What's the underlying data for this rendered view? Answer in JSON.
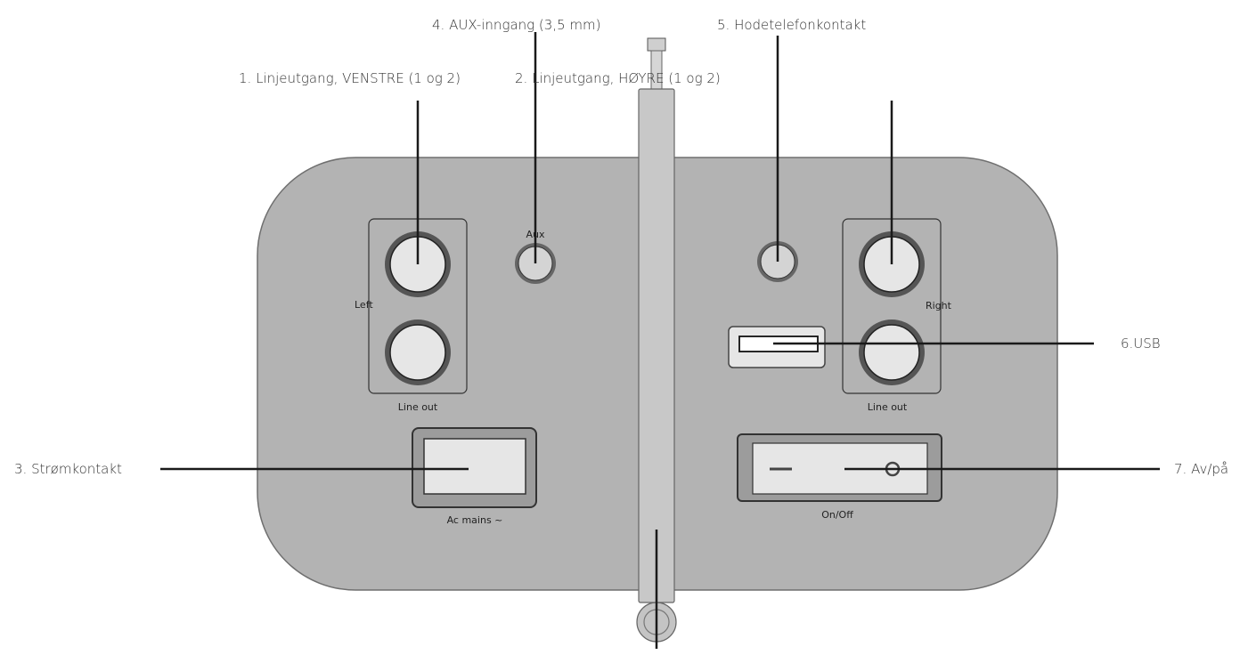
{
  "callouts": {
    "line_out_left": "1. Linjeutgang, VENSTRE (1 og 2)",
    "line_out_right": "2. Linjeutgang, HØYRE (1 og 2)",
    "power_socket": "3. Strømkontakt",
    "aux_input": "4. AUX-inngang (3,5 mm)",
    "headphone_jack": "5. Hodetelefonkontakt",
    "usb": "6.USB",
    "on_off": "7. Av/på"
  },
  "panel_labels": {
    "left": "Left",
    "right": "Right",
    "aux": "Aux",
    "line_out_left": "Line out",
    "line_out_right": "Line out",
    "ac_mains": "Ac mains ~",
    "on_off": "On/Off"
  },
  "colors": {
    "panel_fill": "#b3b3b3",
    "panel_stroke": "#6f6f6f",
    "socket_fill": "#e6e6e6",
    "leader_line": "#1a1a1a"
  }
}
